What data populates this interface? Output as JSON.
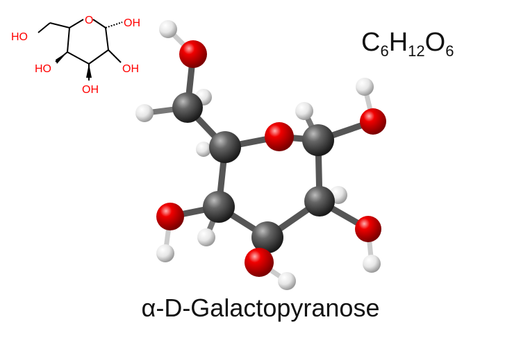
{
  "title": "α-D-Galactopyranose",
  "formula": {
    "C": "C",
    "c_count": "6",
    "H": "H",
    "h_count": "12",
    "O": "O",
    "o_count": "6"
  },
  "structure_labels": {
    "ho_ch2": "HO",
    "oh_c1": "OH",
    "ring_o": "O",
    "ho_c4": "HO",
    "oh_c2": "OH",
    "oh_c3": "OH"
  },
  "colors": {
    "carbon": "#4a4a4a",
    "oxygen": "#e00000",
    "hydrogen": "#e8e8e8",
    "label": "#ff0000"
  },
  "icons": [
    "haworth-structure",
    "ball-and-stick-model"
  ]
}
